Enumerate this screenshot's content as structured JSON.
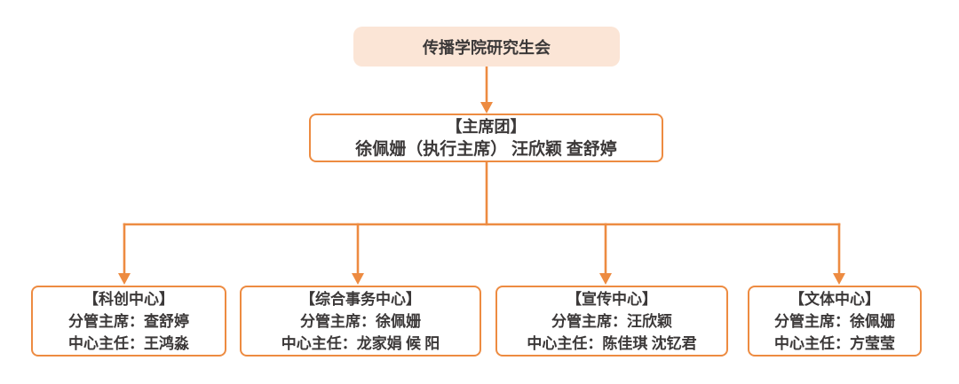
{
  "colors": {
    "accent": "#ED8B41",
    "root_fill": "#FBE5D6",
    "text": "#3B3838",
    "background": "#FFFFFF"
  },
  "root": {
    "title": "传播学院研究生会"
  },
  "presidium": {
    "title": "【主席团】",
    "members": "徐佩姗（执行主席） 汪欣颖 查舒婷"
  },
  "centers": [
    {
      "title": "【科创中心】",
      "chair_line": "分管主席：查舒婷",
      "director_line": "中心主任：王鸿淼"
    },
    {
      "title": "【综合事务中心】",
      "chair_line": "分管主席：徐佩姗",
      "director_line": "中心主任：龙家娟 候 阳"
    },
    {
      "title": "【宣传中心】",
      "chair_line": "分管主席：汪欣颖",
      "director_line": "中心主任：陈佳琪 沈钇君"
    },
    {
      "title": "【文体中心】",
      "chair_line": "分管主席：徐佩姗",
      "director_line": "中心主任：方莹莹"
    }
  ]
}
